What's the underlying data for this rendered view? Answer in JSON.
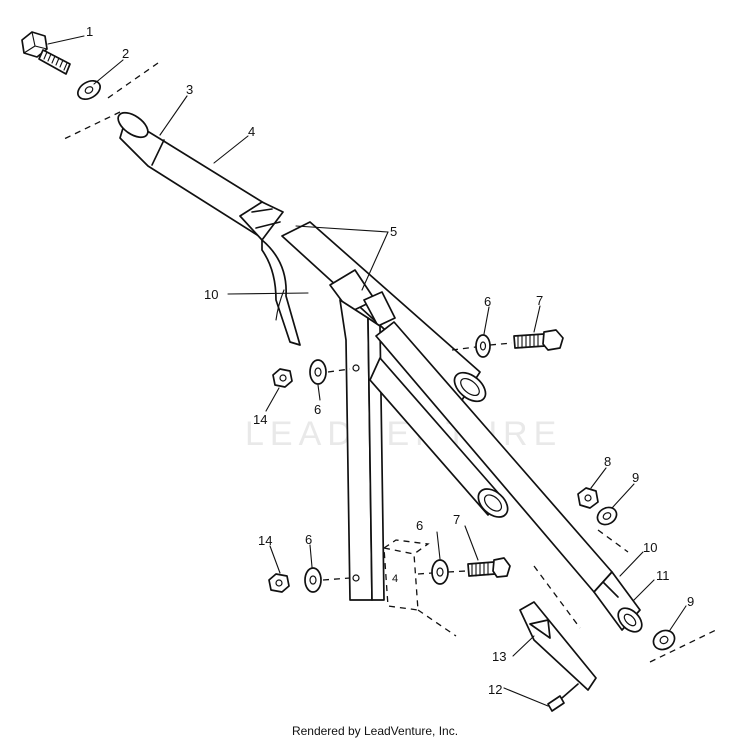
{
  "watermark": "LEADVENTURE",
  "credit": "Rendered by LeadVenture, Inc.",
  "callouts": {
    "c1": "1",
    "c2": "2",
    "c3": "3",
    "c4": "4",
    "c5": "5",
    "c6a": "6",
    "c6b": "6",
    "c6c": "6",
    "c6d": "6",
    "c7a": "7",
    "c7b": "7",
    "c8": "8",
    "c9a": "9",
    "c9b": "9",
    "c10a": "10",
    "c10b": "10",
    "c11": "11",
    "c12": "12",
    "c13": "13",
    "c14a": "14",
    "c14b": "14"
  }
}
